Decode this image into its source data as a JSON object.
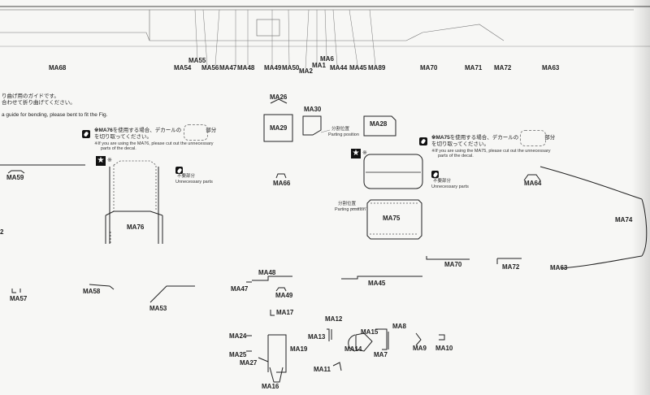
{
  "top_labels": [
    "MA68",
    "MA55",
    "MA54",
    "MA56",
    "MA47",
    "MA48",
    "MA49",
    "MA50",
    "MA2",
    "MA1",
    "MA6",
    "MA44",
    "MA45",
    "MA89",
    "MA70",
    "MA71",
    "MA72",
    "MA63"
  ],
  "guide_note": {
    "jp1": "り曲げ用のガイドです。",
    "jp2": "合わせて折り曲げてください。",
    "en": "a guide for bending, please bent to fit the Fig."
  },
  "ma76_note": {
    "jp1_bold": "※MA76",
    "jp1_rest": "を使用する場合、デカールの",
    "jp1_tail": "部分",
    "jp2": "を切り取ってください。",
    "en1": "※If you are using the MA76, please cut out the unnecessary",
    "en2": "parts of the decal."
  },
  "ma75_note": {
    "jp1_bold": "※MA75",
    "jp1_rest": "を使用する場合、デカールの",
    "jp1_tail": "部分",
    "jp2": "を切り取ってください。",
    "en1": "※If you are using the MA75, please cut out the unnecessary",
    "en2": "parts of the decal."
  },
  "star_mark": "★",
  "star_suffix": "※",
  "unnecessary_jp": "不要部分",
  "unnecessary_en": "Unnecessary parts",
  "parting_jp": "分割位置",
  "parting_en": "Parting position",
  "parts": {
    "ma26": "MA26",
    "ma30": "MA30",
    "ma29": "MA29",
    "ma28": "MA28",
    "ma59": "MA59",
    "ma66": "MA66",
    "ma64": "MA64",
    "ma74": "MA74",
    "ma76": "MA76",
    "ma75": "MA75",
    "ma70": "MA70",
    "ma72": "MA72",
    "ma63": "MA63",
    "ma2_left": "2",
    "ma48": "MA48",
    "ma47": "MA47",
    "ma49": "MA49",
    "ma45": "MA45",
    "ma58": "MA58",
    "ma57": "MA57",
    "ma53": "MA53",
    "ma17": "MA17",
    "ma12": "MA12",
    "ma8": "MA8",
    "ma15": "MA15",
    "ma13": "MA13",
    "ma24": "MA24",
    "ma19": "MA19",
    "ma14": "MA14",
    "ma7": "MA7",
    "ma9": "MA9",
    "ma10": "MA10",
    "ma25": "MA25",
    "ma27": "MA27",
    "ma11": "MA11",
    "ma16": "MA16"
  }
}
